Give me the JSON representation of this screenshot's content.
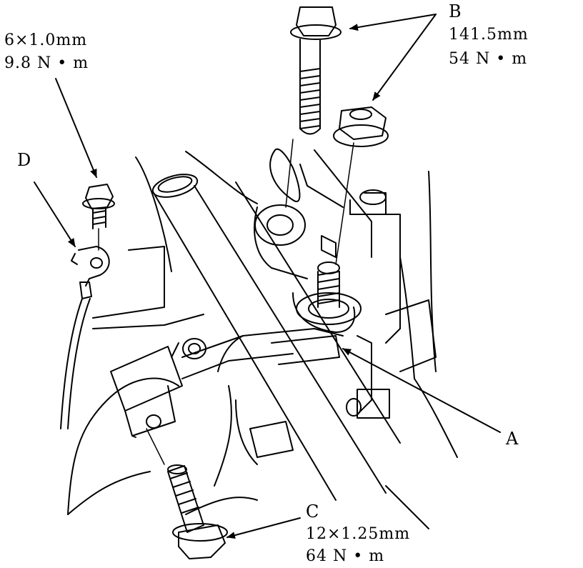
{
  "callouts": {
    "a": {
      "letter": "A"
    },
    "b": {
      "letter": "B",
      "spec": "141.5mm",
      "torque": "54 N • m"
    },
    "c": {
      "letter": "C",
      "spec": "12×1.25mm",
      "torque": "64 N • m"
    },
    "d": {
      "letter": "D"
    },
    "ground_bolt": {
      "spec": "6×1.0mm",
      "torque": "9.8 N • m"
    }
  },
  "colors": {
    "ink": "#000000",
    "paper": "#ffffff"
  }
}
